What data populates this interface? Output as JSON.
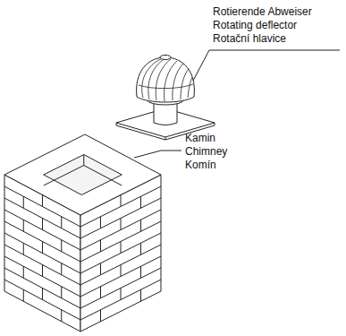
{
  "diagram": {
    "labels": [
      "Rotierende Abweiser",
      "Rotating deflector",
      "Rotační hlavice",
      "Kamin",
      "Chimney",
      "Komín"
    ]
  }
}
